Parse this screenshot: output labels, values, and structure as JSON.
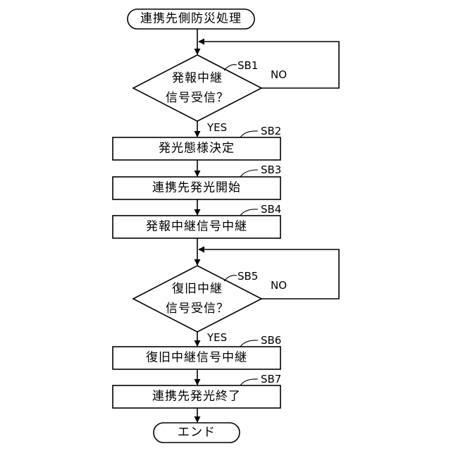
{
  "start": "連携先側防災処理",
  "end": "エンド",
  "steps": [
    {
      "id": "SB1",
      "line1": "発報中継",
      "line2": "信号受信？",
      "yes": "YES",
      "no": "NO"
    },
    {
      "id": "SB2",
      "text": "発光態様決定"
    },
    {
      "id": "SB3",
      "text": "連携先発光開始"
    },
    {
      "id": "SB4",
      "text": "発報中継信号中継"
    },
    {
      "id": "SB5",
      "line1": "復旧中継",
      "line2": "信号受信？",
      "yes": "YES",
      "no": "NO"
    },
    {
      "id": "SB6",
      "text": "復旧中継信号中継"
    },
    {
      "id": "SB7",
      "text": "連携先発光終了"
    }
  ]
}
